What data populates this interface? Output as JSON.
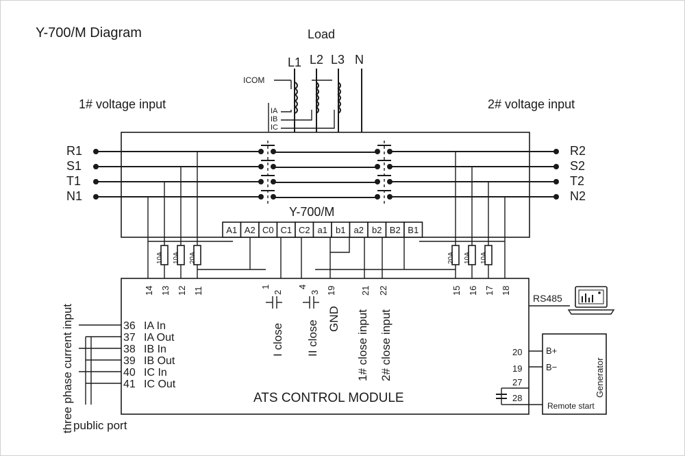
{
  "title": "Y-700/M Diagram",
  "load": {
    "label": "Load",
    "lines": [
      "L1",
      "L2",
      "L3",
      "N"
    ]
  },
  "ct": {
    "icom": "ICOM",
    "phases": [
      "IA",
      "IB",
      "IC"
    ]
  },
  "voltage_inputs": {
    "source1": "1# voltage input",
    "source2": "2# voltage input"
  },
  "source1_lines": [
    "R1",
    "S1",
    "T1",
    "N1"
  ],
  "source2_lines": [
    "R2",
    "S2",
    "T2",
    "N2"
  ],
  "switch": {
    "model": "Y-700/M",
    "terminals": [
      "A1",
      "A2",
      "C0",
      "C1",
      "C2",
      "a1",
      "b1",
      "a2",
      "b2",
      "B2",
      "B1"
    ]
  },
  "fuses": {
    "left": [
      "10A",
      "10A",
      "20A"
    ],
    "right": [
      "20A",
      "10A",
      "10A"
    ]
  },
  "module": {
    "name": "ATS CONTROL MODULE",
    "top_terminals_left": [
      "14",
      "13",
      "12",
      "11"
    ],
    "top_terminals_mid": [
      "1",
      "2",
      "4",
      "3",
      "19",
      "21",
      "22"
    ],
    "top_terminals_right": [
      "15",
      "16",
      "17",
      "18"
    ],
    "signals": [
      "I close",
      "II close",
      "GND",
      "1# close input",
      "2# close input"
    ],
    "current_terminals": [
      {
        "num": "36",
        "label": "IA In"
      },
      {
        "num": "37",
        "label": "IA Out"
      },
      {
        "num": "38",
        "label": "IB In"
      },
      {
        "num": "39",
        "label": "IB Out"
      },
      {
        "num": "40",
        "label": "IC In"
      },
      {
        "num": "41",
        "label": "IC Out"
      }
    ],
    "generator_terminals": [
      "20",
      "19",
      "27",
      "28"
    ]
  },
  "current_input_label": "three phase current input",
  "public_port": "public port",
  "rs485": "RS485",
  "generator": {
    "name": "Generator",
    "b_plus": "B+",
    "b_minus": "B−",
    "remote_start": "Remote start"
  }
}
